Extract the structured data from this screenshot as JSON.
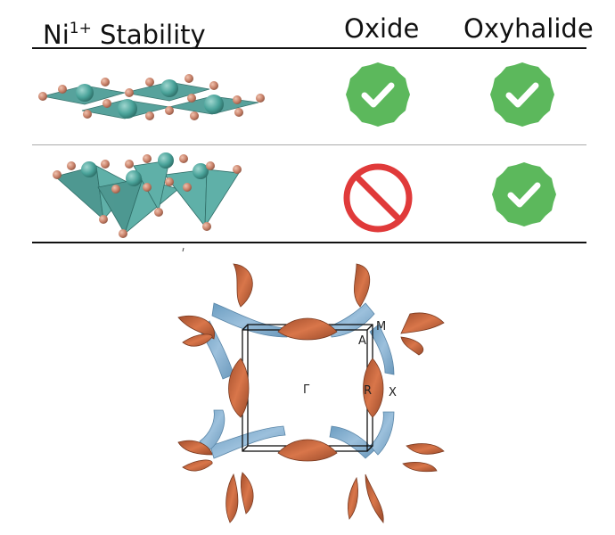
{
  "header": {
    "stability_base": "Ni",
    "stability_sup": "1+",
    "stability_rest": " Stability",
    "col_oxide": "Oxide",
    "col_oxyhalide": "Oxyhalide"
  },
  "rows": [
    {
      "structure": "square-planar NiO4 layer",
      "oxide": "stable",
      "oxyhalide": "stable"
    },
    {
      "structure": "pyramidal NiO4X layer",
      "oxide": "unstable",
      "oxyhalide": "stable"
    }
  ],
  "icons": {
    "check_badge": {
      "name": "check-badge-icon",
      "color": "#5cb85c"
    },
    "prohibited": {
      "name": "prohibited-icon",
      "color": "#e03a3a"
    }
  },
  "colors": {
    "ni_atom": "#4aa39a",
    "o_atom": "#c9826a",
    "polyhedron": "#5fb0a8",
    "band_orange": "#c8683f",
    "band_blue": "#7aa8c8"
  },
  "fermi_surface": {
    "labels": {
      "gamma": "Γ",
      "M": "M",
      "A": "A",
      "R": "R",
      "X": "X"
    }
  }
}
